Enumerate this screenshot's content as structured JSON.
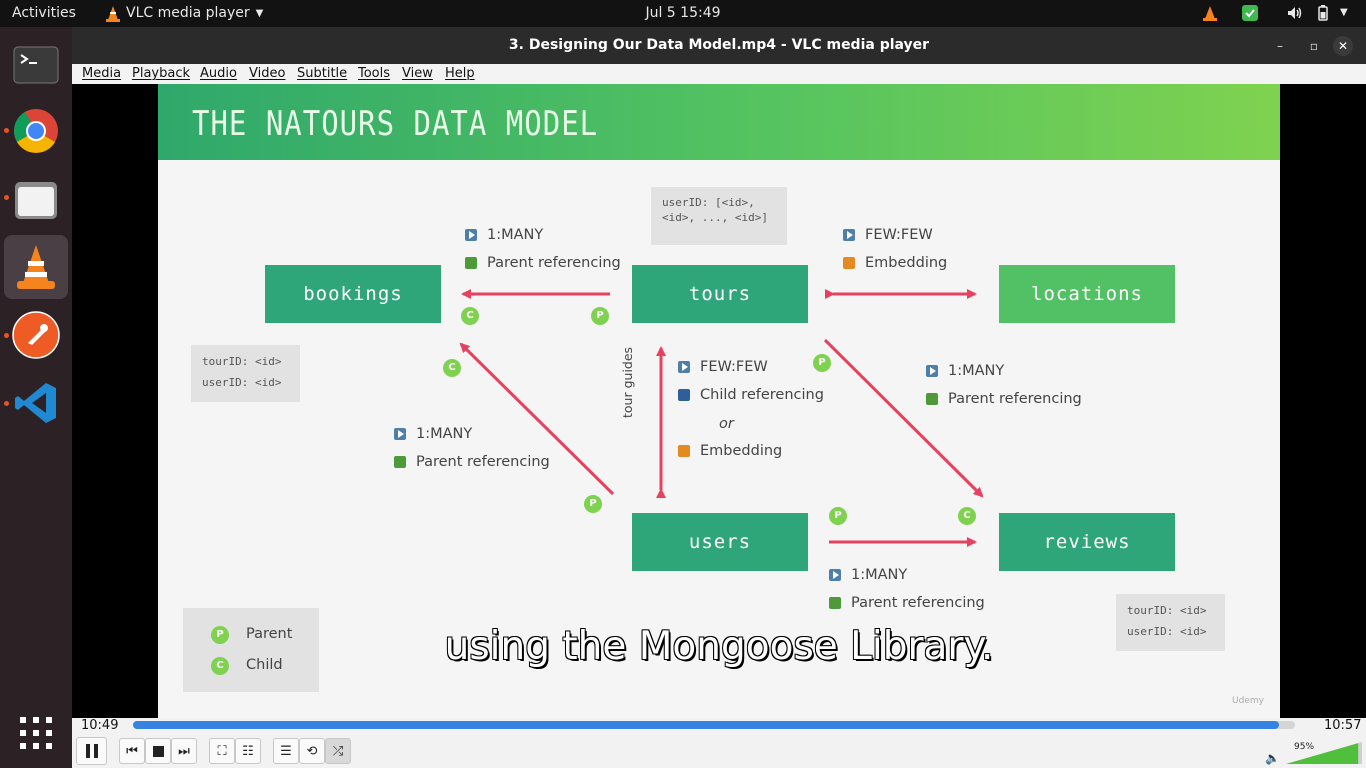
{
  "topbar": {
    "activities": "Activities",
    "app_name": "VLC media player",
    "clock": "Jul 5  15:49"
  },
  "dock": {
    "items": [
      "terminal",
      "chrome",
      "files",
      "vlc",
      "postman",
      "vscode"
    ]
  },
  "window": {
    "title": "3. Designing Our Data Model.mp4 - VLC media player",
    "menus": [
      "Media",
      "Playback",
      "Audio",
      "Video",
      "Subtitle",
      "Tools",
      "View",
      "Help"
    ]
  },
  "slide": {
    "title": "THE NATOURS DATA MODEL",
    "entities": {
      "bookings": "bookings",
      "tours": "tours",
      "locations": "locations",
      "users": "users",
      "reviews": "reviews"
    },
    "code_tours": [
      "userID: [<id>,",
      "<id>, ..., <id>]"
    ],
    "code_bookings": [
      "tourID: <id>",
      "userID: <id>"
    ],
    "code_reviews": [
      "tourID: <id>",
      "userID: <id>"
    ],
    "rel_tours_bookings": {
      "type": "1:MANY",
      "method": "Parent referencing"
    },
    "rel_tours_locations": {
      "type": "FEW:FEW",
      "method": "Embedding"
    },
    "rel_tours_users": {
      "type": "FEW:FEW",
      "method": "Child referencing",
      "or": "or",
      "alt": "Embedding",
      "label": "tour guides"
    },
    "rel_tours_reviews": {
      "type": "1:MANY",
      "method": "Parent referencing"
    },
    "rel_users_bookings": {
      "type": "1:MANY",
      "method": "Parent referencing"
    },
    "rel_users_reviews": {
      "type": "1:MANY",
      "method": "Parent referencing"
    },
    "marker_p": "P",
    "marker_c": "C",
    "legend": {
      "parent": "Parent",
      "child": "Child"
    },
    "watermark": "Udemy"
  },
  "subtitle": "using the Mongoose Library.",
  "player": {
    "elapsed": "10:49",
    "total": "10:57",
    "progress": 0.986,
    "volume_label": "95%",
    "volume": 0.95
  },
  "colors": {
    "accent": "#3584e4",
    "arrow": "#e8415f",
    "entity_dark": "#2fa57a",
    "entity_light": "#52c065",
    "marker": "#7fd24f"
  }
}
